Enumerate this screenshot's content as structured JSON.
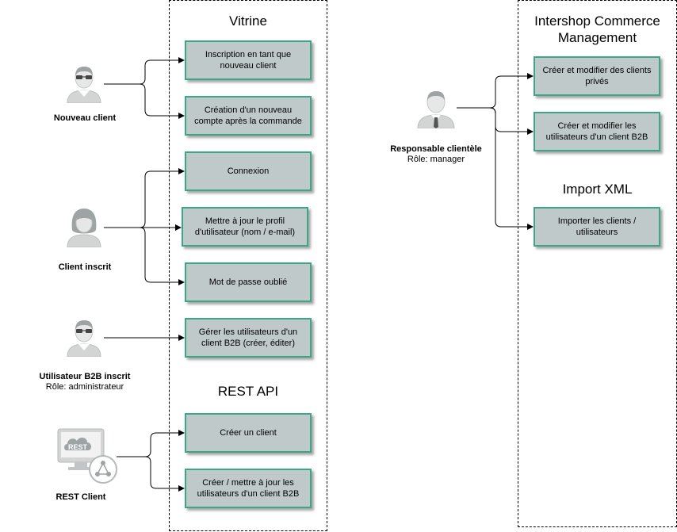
{
  "containers": {
    "left": {
      "sections": {
        "storefront": "Vitrine",
        "rest_api": "REST API"
      }
    },
    "right": {
      "sections": {
        "icm": "Intershop Commerce Management",
        "import_xml": "Import XML"
      }
    }
  },
  "actors": {
    "new_customer": {
      "name": "Nouveau client",
      "role": "",
      "icon": "user-glasses-icon"
    },
    "registered_customer": {
      "name": "Client inscrit",
      "role": "",
      "icon": "user-female-icon"
    },
    "b2b_user": {
      "name": "Utilisateur B2B inscrit",
      "role": "Rôle: administrateur",
      "icon": "user-glasses-icon"
    },
    "rest_client": {
      "name": "REST Client",
      "role": "",
      "icon": "rest-monitor-icon"
    },
    "account_manager": {
      "name": "Responsable clientèle",
      "role": "Rôle: manager",
      "icon": "user-manager-icon"
    }
  },
  "use_cases": {
    "register": "Inscription en tant que nouveau client",
    "create_after_order": "Création d'un nouveau compte après la commande",
    "login": "Connexion",
    "update_profile": "Mettre à jour le profil d'utilisateur (nom / e-mail)",
    "forgot_password": "Mot de passe oublié",
    "manage_b2b_users": "Gérer les utilisateurs d'un client B2B (créer, éditer)",
    "rest_create_customer": "Créer un client",
    "rest_update_users": "Créer / mettre à jour les utilisateurs d'un client B2B",
    "icm_private_customers": "Créer et modifier des clients privés",
    "icm_b2b_users": "Créer et modifier les utilisateurs d'un client B2B",
    "import_customers": "Importer les clients / utilisateurs"
  },
  "colors": {
    "box_fill": "#bfc9ca",
    "box_border": "#3aa887",
    "icon_gray": "#cfd1d1"
  }
}
